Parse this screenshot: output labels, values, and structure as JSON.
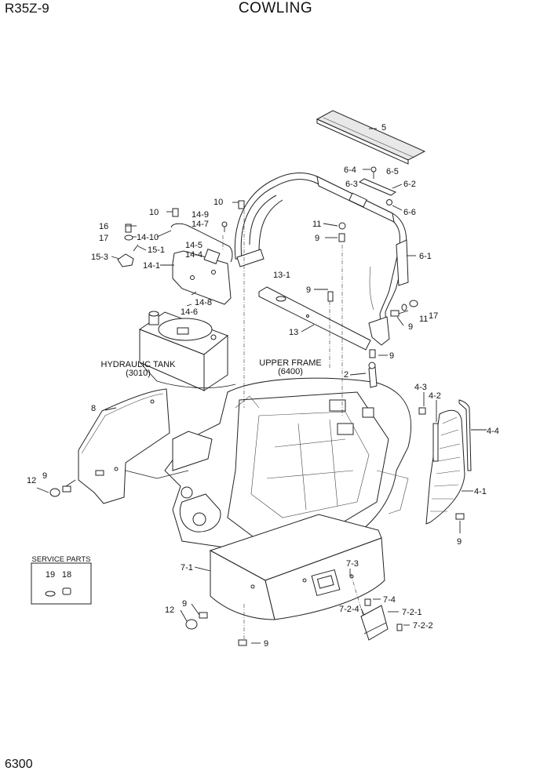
{
  "header": {
    "model": "R35Z-9",
    "title": "COWLING"
  },
  "footer": {
    "page_number": "6300"
  },
  "service_parts": {
    "title": "SERVICE PARTS",
    "items": [
      "19",
      "18"
    ]
  },
  "assemblies": {
    "hydraulic_tank": {
      "name": "HYDRAULIC TANK",
      "ref": "(3010)"
    },
    "upper_frame": {
      "name": "UPPER FRAME",
      "ref": "(6400)"
    }
  },
  "callouts": [
    "5",
    "6-4",
    "6-5",
    "6-3",
    "6-2",
    "6-6",
    "10",
    "10",
    "14-9",
    "14-7",
    "16",
    "17",
    "14-10",
    "15-1",
    "14-5",
    "14-4",
    "15-3",
    "14-1",
    "14-8",
    "14-6",
    "11",
    "9",
    "6-1",
    "13-1",
    "9",
    "9",
    "11",
    "17",
    "13",
    "9",
    "2",
    "4-3",
    "4-2",
    "4-4",
    "8",
    "12",
    "9",
    "4-1",
    "9",
    "7-1",
    "7-3",
    "9",
    "12",
    "7-4",
    "7-2-4",
    "7-2-1",
    "7-2-2",
    "9"
  ]
}
